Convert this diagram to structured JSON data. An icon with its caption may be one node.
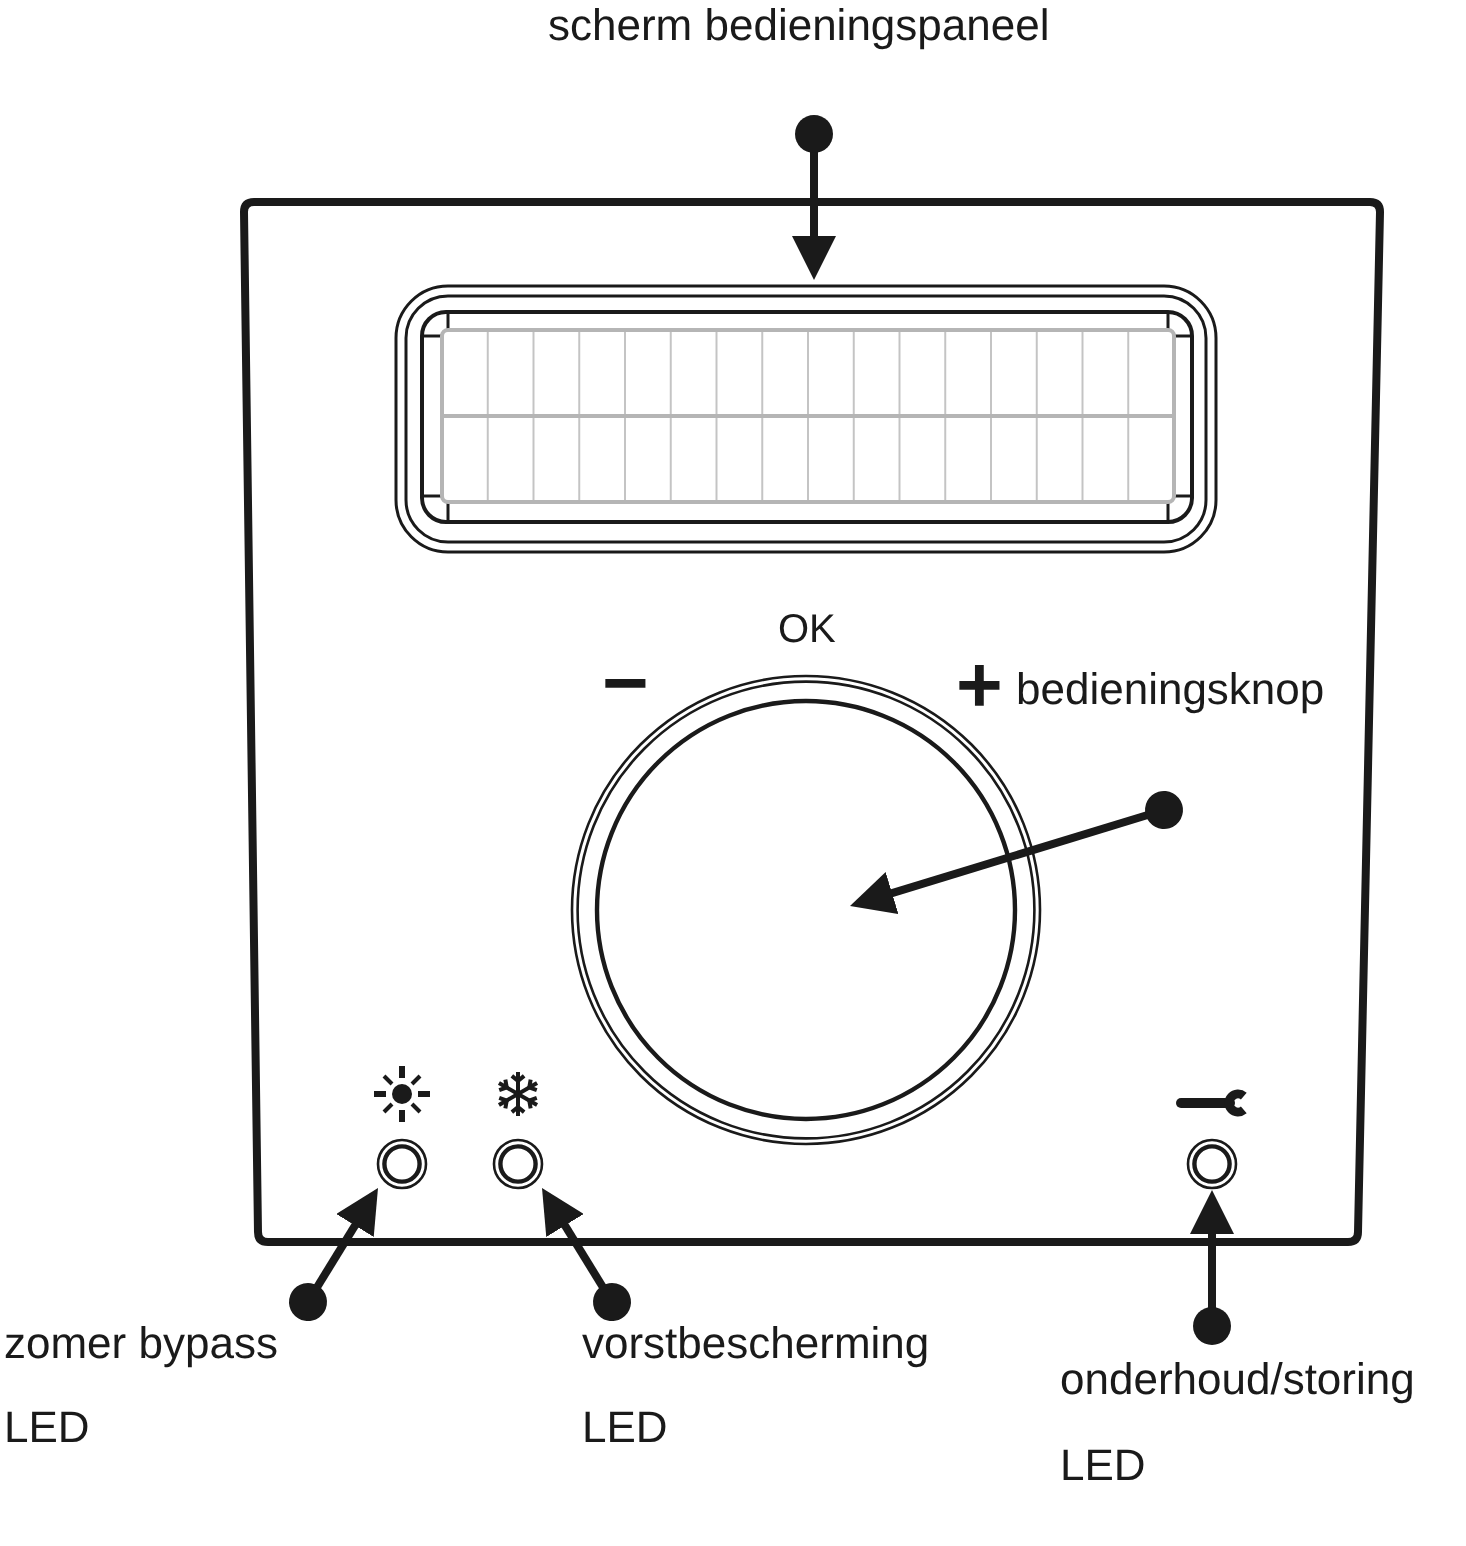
{
  "diagram": {
    "nodes": [
      {
        "text": [
          "scherm bedieningspaneel"
        ]
      },
      {
        "text": [],
        "shape": "box"
      },
      {
        "text": [],
        "shape": "box",
        "in": 1
      },
      {
        "text": [
          "bedieningsknop"
        ],
        "in": 1
      },
      {
        "text": [],
        "shape": "circle",
        "in": 1
      },
      {
        "text": [],
        "shape": "circle",
        "in": 1
      },
      {
        "text": [],
        "shape": "circle",
        "in": 1
      },
      {
        "text": [],
        "shape": "circle",
        "in": 1
      },
      {
        "text": [
          "zomer bypass",
          "LED"
        ]
      },
      {
        "text": [
          "vorstbescherming",
          "LED"
        ]
      },
      {
        "text": [
          "onderhoud/storing",
          "LED"
        ]
      }
    ],
    "edges": [
      {
        "from": 0,
        "to": 2,
        "arrow": "to"
      },
      {
        "from": 3,
        "to": 4,
        "arrow": "to"
      },
      {
        "from": 8,
        "to": 5,
        "arrow": "to"
      },
      {
        "from": 9,
        "to": 6,
        "arrow": "to"
      },
      {
        "from": 10,
        "to": 7,
        "arrow": "to"
      }
    ],
    "labels": [
      "OK",
      "−",
      "+"
    ]
  }
}
